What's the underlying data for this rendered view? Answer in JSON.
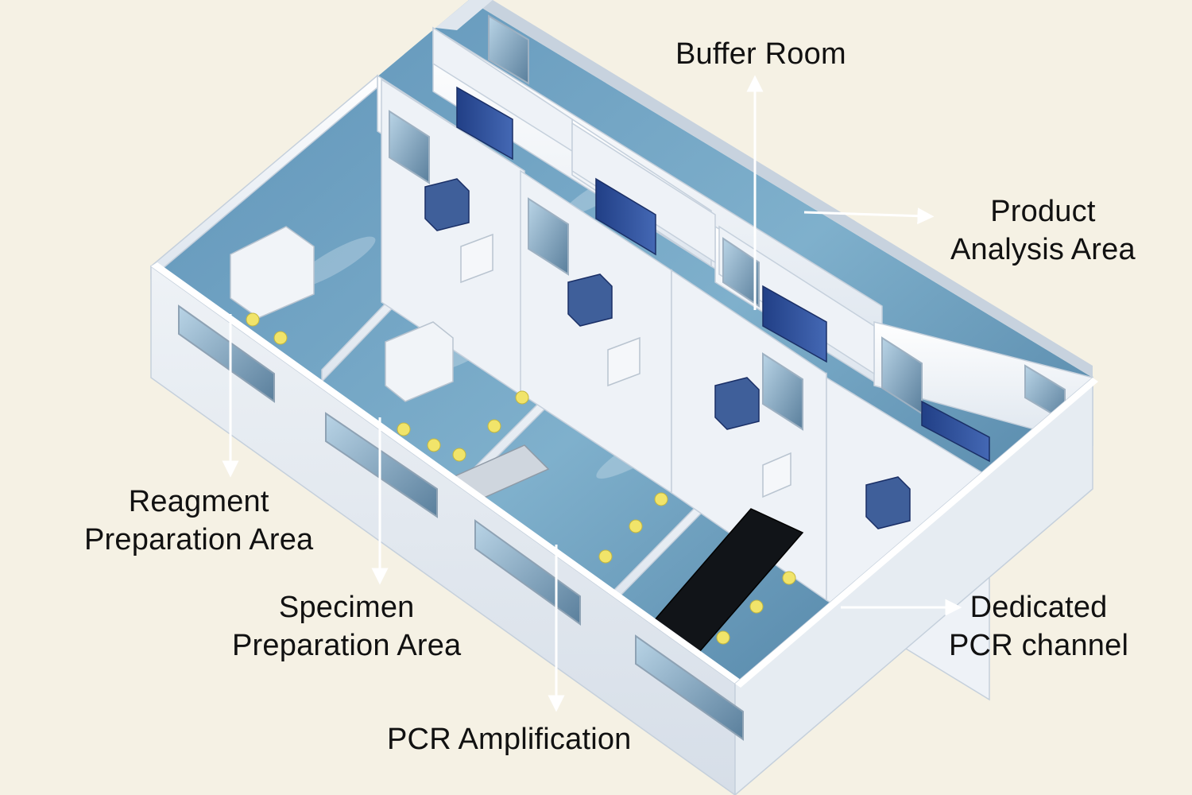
{
  "labels": {
    "buffer_room": "Buffer Room",
    "product_analysis": [
      "Product",
      "Analysis Area"
    ],
    "reagent_prep": [
      "Reagment",
      "Preparation Area"
    ],
    "specimen_prep": [
      "Specimen",
      "Preparation Area"
    ],
    "pcr_amplification": "PCR Amplification",
    "dedicated_pcr_channel": [
      "Dedicated",
      "PCR channel"
    ]
  },
  "colors": {
    "background": "#f5f1e4",
    "wall": "#f3f6fa",
    "wall_shadow": "#d9e1ea",
    "floor": "#6f9fbf",
    "floor_dark": "#2f5c80",
    "cabinet": "#2c4f9a",
    "marker": "#f1e46a",
    "arrow": "#ffffff",
    "text": "#111111"
  }
}
